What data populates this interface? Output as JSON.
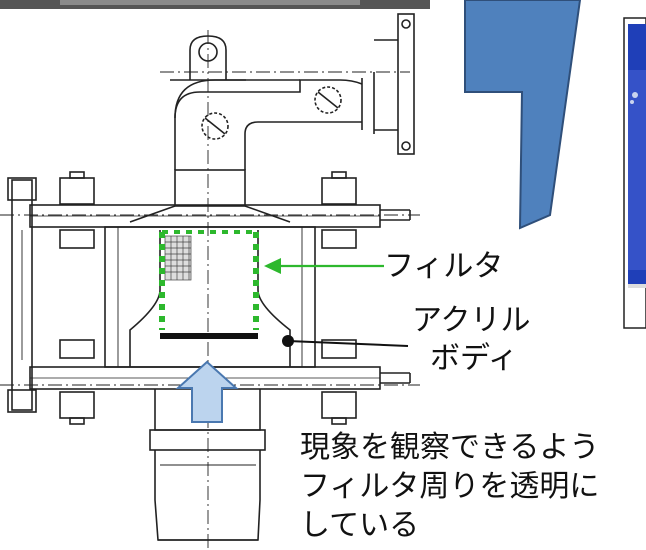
{
  "labels": {
    "filter": "フィルタ",
    "acrylic_line1": "アクリル",
    "acrylic_line2": "ボディ",
    "description_lines": [
      "現象を観察できるよう",
      "フィルタ周りを透明に",
      "している"
    ]
  },
  "colors": {
    "filter_mesh": "#2db82d",
    "arrow_fill": "#bcd4ee",
    "arrow_stroke": "#4a78b0",
    "big_arrow_fill": "#4f81bd",
    "big_arrow_stroke": "#2f4f7a",
    "photo_blue": "#1f3fb8",
    "drawing_line": "#222222"
  },
  "icons": {
    "flow_arrow": "up-arrow-icon",
    "callout_arrow": "left-arrow-icon",
    "callout_dot": "dot-marker-icon"
  }
}
